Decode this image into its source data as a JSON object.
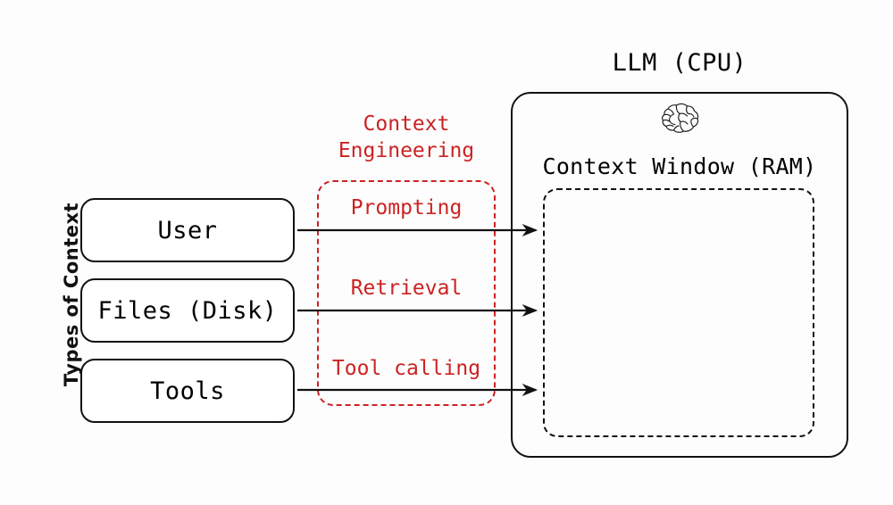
{
  "diagram": {
    "axis_label": "Types of Context",
    "sources": [
      {
        "id": "user",
        "label": "User"
      },
      {
        "id": "files",
        "label": "Files (Disk)"
      },
      {
        "id": "tools",
        "label": "Tools"
      }
    ],
    "context_engineering": {
      "title_line1": "Context",
      "title_line2": "Engineering",
      "color": "#cc2222",
      "methods": [
        {
          "id": "prompting",
          "label": "Prompting"
        },
        {
          "id": "retrieval",
          "label": "Retrieval"
        },
        {
          "id": "tool-calling",
          "label": "Tool calling"
        }
      ]
    },
    "llm": {
      "title": "LLM (CPU)",
      "icon": "brain-icon",
      "context_window_title": "Context Window (RAM)",
      "border_color": "#111111"
    },
    "arrows": [
      {
        "id": "arrow-user-to-context",
        "from": "user",
        "to": "context-window",
        "via": "prompting"
      },
      {
        "id": "arrow-files-to-context",
        "from": "files",
        "to": "context-window",
        "via": "retrieval"
      },
      {
        "id": "arrow-tools-to-context",
        "from": "tools",
        "to": "context-window",
        "via": "tool-calling"
      }
    ]
  }
}
